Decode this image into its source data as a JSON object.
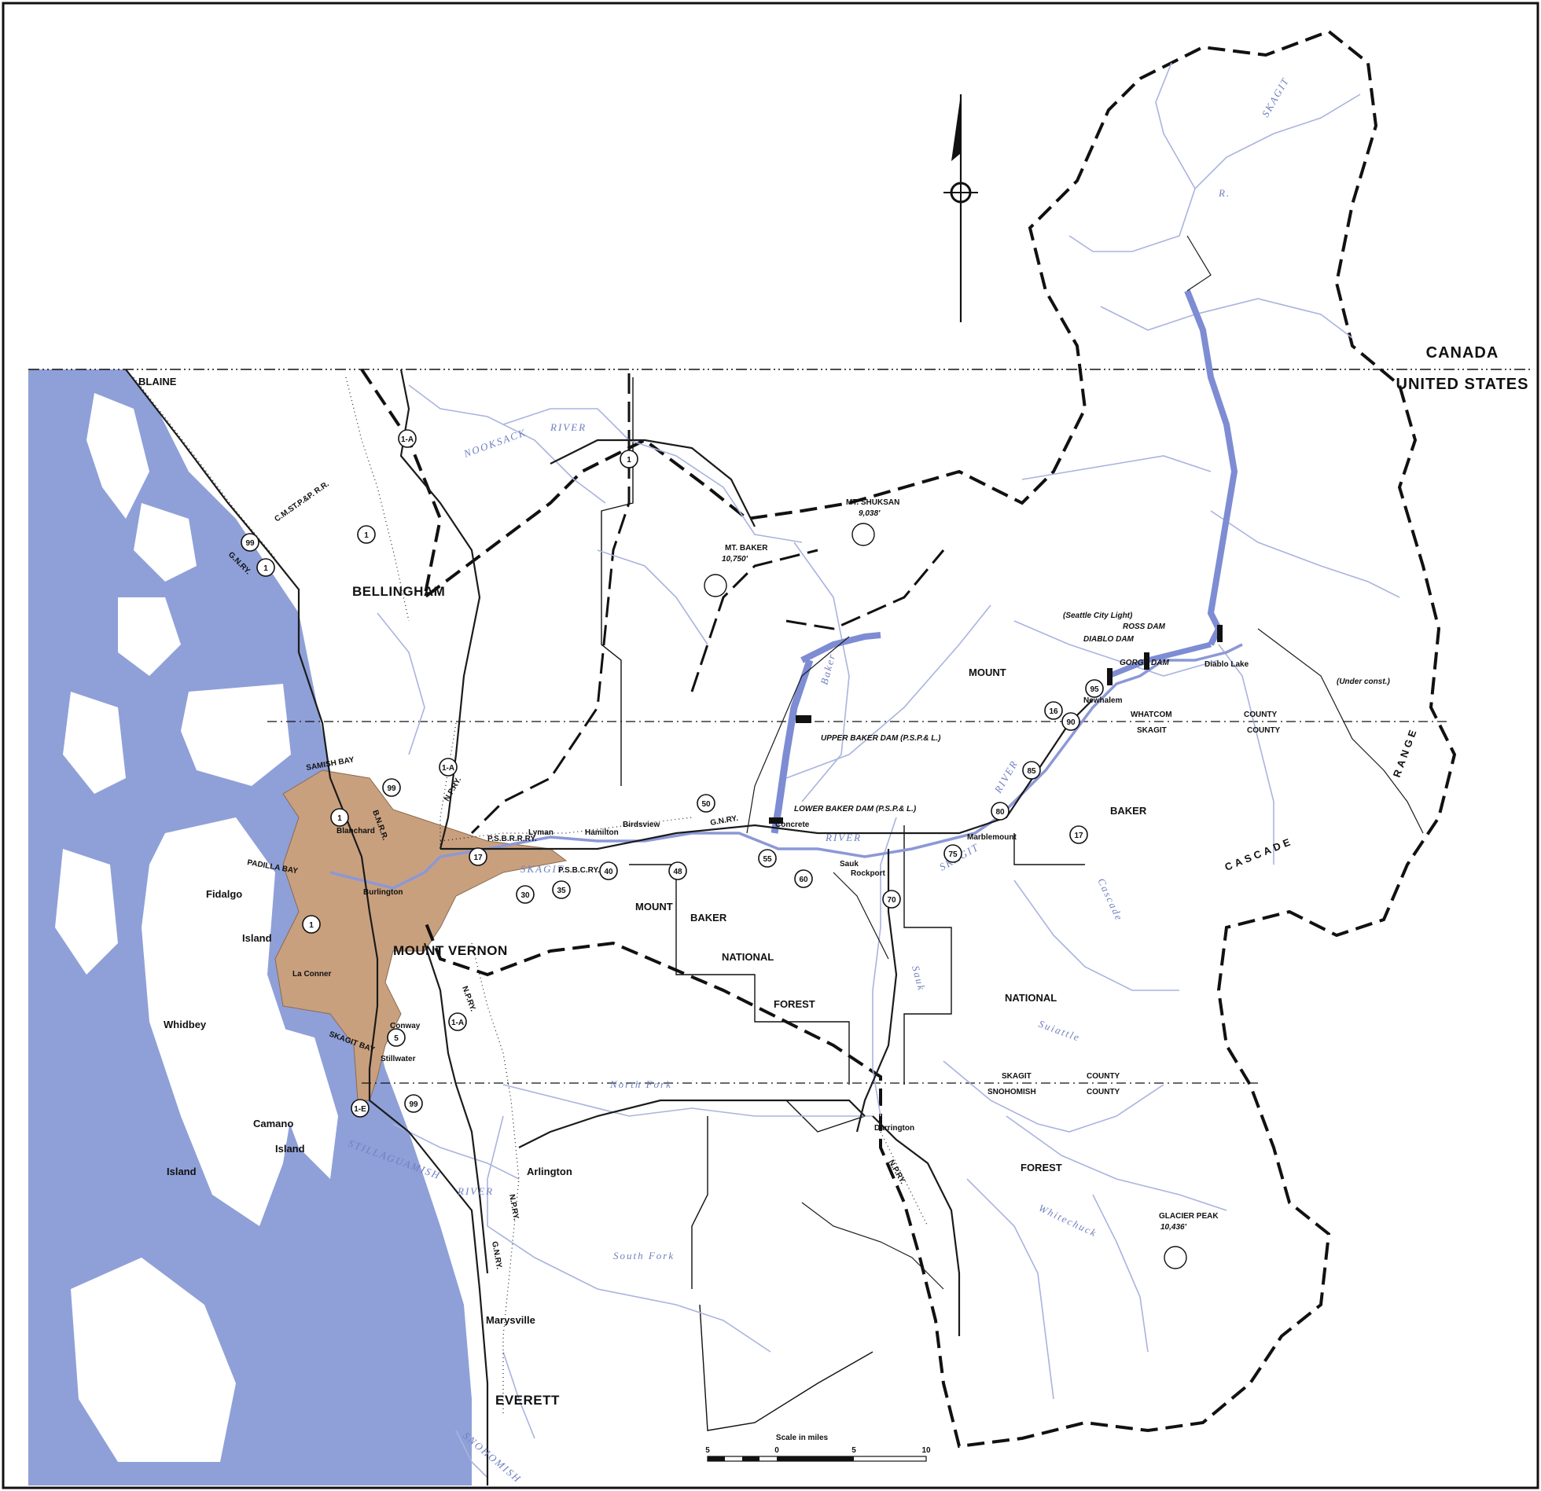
{
  "map": {
    "countries": {
      "north": "CANADA",
      "south": "UNITED STATES"
    },
    "cities": {
      "blaine": "BLAINE",
      "bellingham": "BELLINGHAM",
      "mount_vernon": "MOUNT VERNON",
      "everett": "EVERETT"
    },
    "towns": {
      "blanchard": "Blanchard",
      "burlington": "Burlington",
      "lyman": "Lyman",
      "hamilton": "Hamilton",
      "birdsview": "Birdsview",
      "concrete": "Concrete",
      "sauk": "Sauk",
      "rockport": "Rockport",
      "marblemount": "Marblemount",
      "newhalem": "Newhalem",
      "darrington": "Darrington",
      "arlington": "Arlington",
      "marysville": "Marysville",
      "conway": "Conway",
      "stillwater": "Stillwater",
      "la_conner": "La Conner"
    },
    "islands": {
      "fidalgo": "Fidalgo",
      "fidalgo_island": "Island",
      "whidbey": "Whidbey",
      "whidbey_island": "Island",
      "camano": "Camano",
      "camano_island": "Island"
    },
    "forest_labels": {
      "mount1": "MOUNT",
      "baker1": "BAKER",
      "national1": "NATIONAL",
      "forest1": "FOREST",
      "mount2": "MOUNT",
      "baker2": "BAKER",
      "national2": "NATIONAL",
      "forest2": "FOREST"
    },
    "range": {
      "cascade": "CASCADE",
      "range": "RANGE"
    },
    "county_lines": {
      "whatcom": "WHATCOM",
      "skagit": "SKAGIT",
      "county_a": "COUNTY",
      "county_b": "COUNTY",
      "skagit2": "SKAGIT",
      "snohomish": "SNOHOMISH",
      "county_c": "COUNTY",
      "county_d": "COUNTY"
    },
    "peaks": {
      "baker": {
        "name": "MT. BAKER",
        "elevation": "10,750'"
      },
      "shuksan": {
        "name": "MT. SHUKSAN",
        "elevation": "9,038'"
      },
      "glacier": {
        "name": "GLACIER PEAK",
        "elevation": "10,436'"
      }
    },
    "dams": {
      "operator": "(Seattle City Light)",
      "ross": "ROSS DAM",
      "diablo": "DIABLO DAM",
      "gorge": "GORGE DAM",
      "diablo_lake": "Diablo Lake",
      "upper_baker": "UPPER BAKER DAM (P.S.P.& L.)",
      "lower_baker": "LOWER BAKER DAM (P.S.P.& L.)",
      "under_construction": "(Under const.)"
    },
    "rivers": {
      "skagit_north": "SKAGIT",
      "skagit_r": "R.",
      "skagit_main": "SKAGIT",
      "skagit_river": "RIVER",
      "skagit_east": "SKAGIT",
      "skagit_east_river": "RIVER",
      "nooksack": "NOOKSACK",
      "nooksack_river": "RIVER",
      "stillaguamish": "STILLAGUAMISH",
      "stillaguamish_river": "RIVER",
      "snohomish": "SNOHOMISH",
      "north_fork": "North Fork",
      "south_fork": "South Fork",
      "baker_river": "Baker",
      "cascade_river": "Cascade",
      "sauk_river": "Sauk",
      "suiattle": "Suiattle",
      "whitechuck": "Whitechuck"
    },
    "bays": {
      "samish": "SAMISH BAY",
      "padilla": "PADILLA BAY",
      "skagit": "SKAGIT BAY"
    },
    "railroads": {
      "gnry_north": "G.N.RY.",
      "cmst": "C.M.ST.P.&P. R.R.",
      "bnrr": "B.N.R.R.",
      "npry": "N.P.RY.",
      "psbrr": "P.S.B.R.R.RY.",
      "psbc": "P.S.B.C.RY.",
      "gnry_east": "G.N.RY.",
      "npry2": "N.P.RY.",
      "gnry_south": "G.N.RY.",
      "npry3": "N.P.RY.",
      "npry4": "N.P.RY."
    },
    "highways": [
      "99",
      "1",
      "1",
      "1-A",
      "1-A",
      "1",
      "99",
      "1",
      "17",
      "30",
      "35",
      "40",
      "48",
      "50",
      "55",
      "60",
      "70",
      "75",
      "80",
      "85",
      "90",
      "95",
      "16",
      "1-A",
      "5",
      "99",
      "1-E",
      "1",
      "17"
    ],
    "scale": {
      "title": "Scale in miles",
      "ticks": [
        "5",
        "0",
        "5",
        "10"
      ]
    }
  },
  "colors": {
    "water": "#8fa0d8",
    "river": "#a9b3df",
    "flood_area": "#c9a07e",
    "land": "#ffffff",
    "ink": "#111111"
  }
}
